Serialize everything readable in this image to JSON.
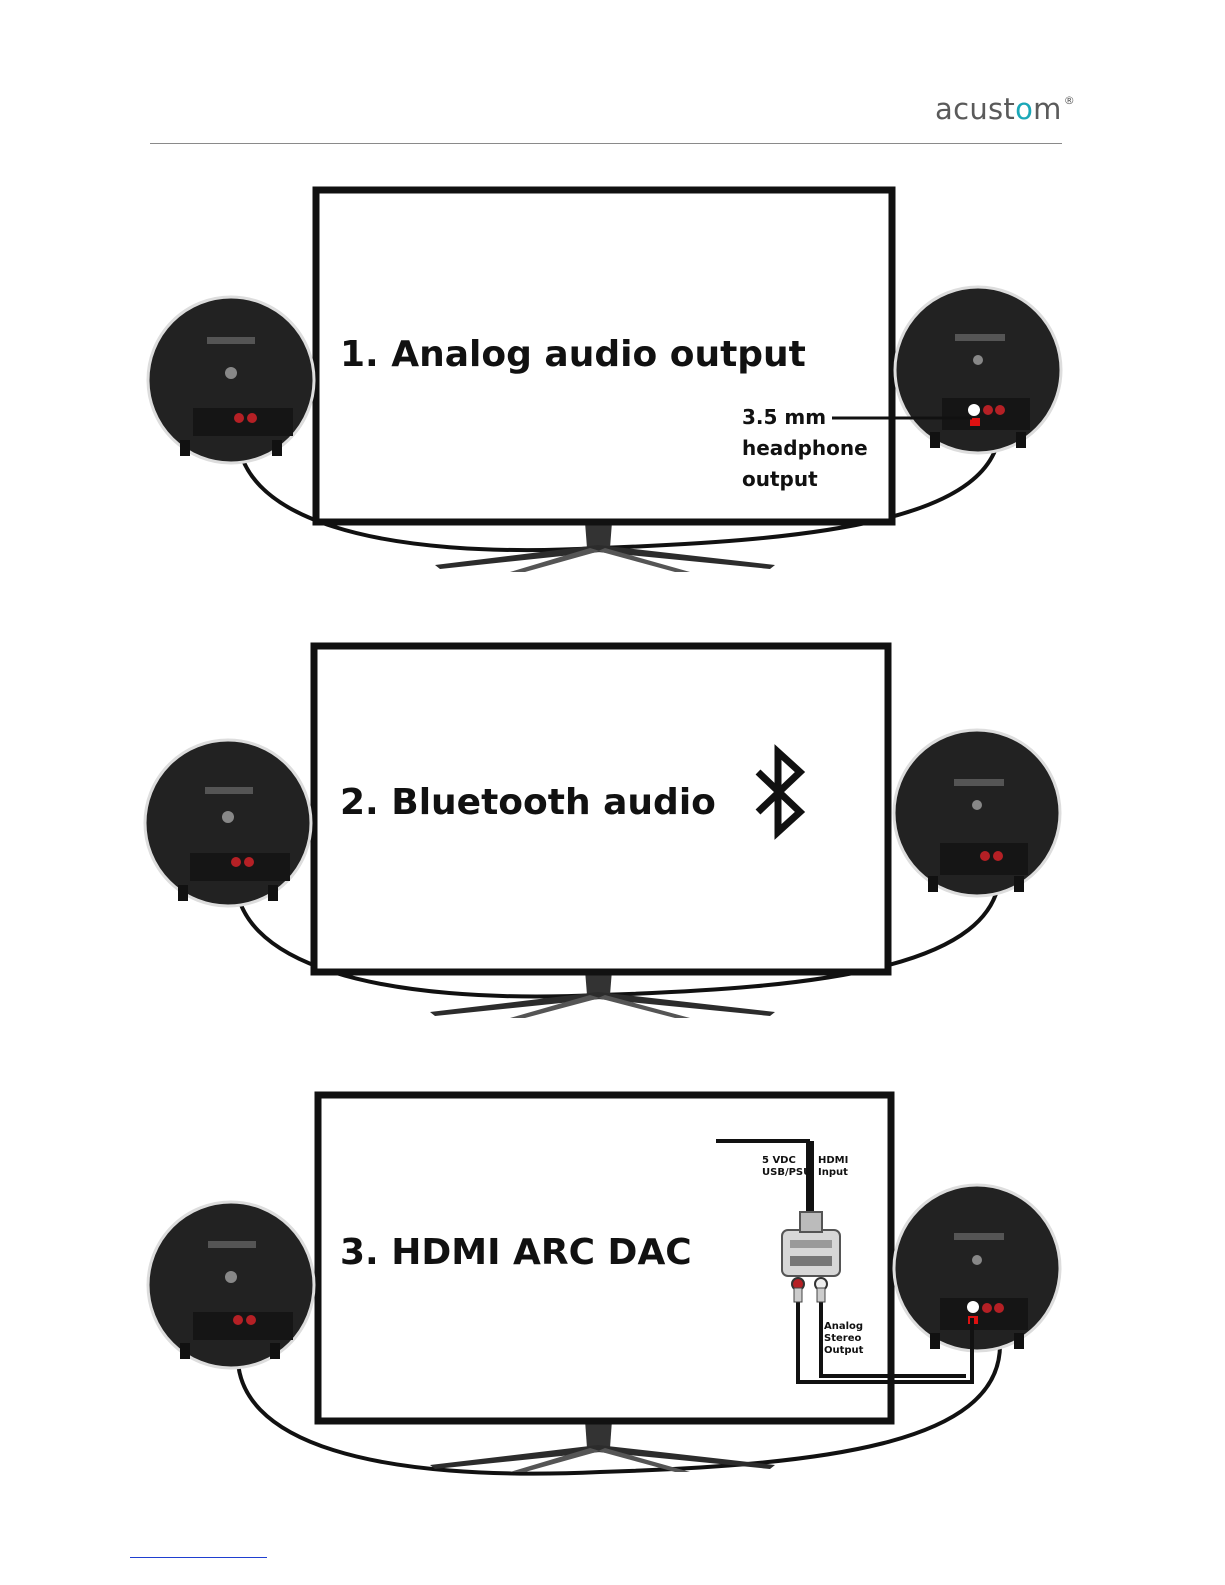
{
  "header": {
    "brand_prefix": "acust",
    "brand_accent": "o",
    "brand_suffix": "m",
    "brand_mark": "®",
    "accent_color": "#1ba8b8"
  },
  "scenes": [
    {
      "title": "1. Analog audio output",
      "callout_lines": [
        "3.5 mm",
        "headphone",
        "output"
      ]
    },
    {
      "title": "2. Bluetooth audio",
      "icon": "bluetooth-icon"
    },
    {
      "title": "3. HDMI ARC DAC",
      "labels": {
        "power": [
          "5 VDC",
          "USB/PSU"
        ],
        "hdmi": [
          "HDMI",
          "Input"
        ],
        "analog": [
          "Analog",
          "Stereo",
          "Output"
        ]
      }
    }
  ],
  "speaker_brand": "acustom"
}
